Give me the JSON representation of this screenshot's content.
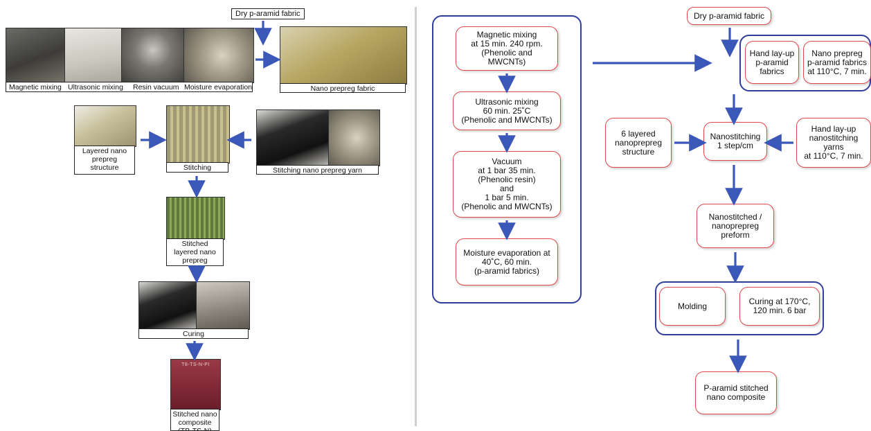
{
  "left": {
    "top_label": "Dry p-aramid fabric",
    "row1_captions": [
      "Magnetic mixing",
      "Ultrasonic mixing",
      "Resin vacuum",
      "Moisture evaporation"
    ],
    "nano_prepreg_fabric": "Nano prepreg fabric",
    "layered": "Layered nano\nprepreg\nstructure",
    "stitching": "Stitching",
    "stitching_yarn": "Stitching nano prepreg yarn",
    "stitched_layered": "Stitched\nlayered nano\nprepreg",
    "curing": "Curing",
    "photo_marking": "T8-TS-N-PI",
    "composite": "Stitched nano\ncomposite\n(TB-TS-N)"
  },
  "right": {
    "magnetic": "Magnetic mixing\nat 15 min. 240 rpm.\n(Phenolic and\nMWCNTs)",
    "ultrasonic": "Ultrasonic mixing\n60 min. 25˚C\n(Phenolic and MWCNTs)",
    "vacuum": "Vacuum\nat 1 bar 35 min.\n(Phenolic resin)\nand\n1 bar 5 min.\n(Phenolic and MWCNTs)",
    "moisture": "Moisture evaporation at\n40˚C, 60 min.\n(p-aramid fabrics)",
    "dry_fabric": "Dry p-aramid fabric",
    "hand_layup": "Hand lay-up\np-aramid\nfabrics",
    "nano_prepreg": "Nano prepreg\np-aramid fabrics\nat 110°C, 7 min.",
    "six_layered": "6 layered\nnanoprepreg\nstructure",
    "nanostitching": "Nanostitching\n1 step/cm",
    "hand_layup_yarns": "Hand lay-up\nnanostitching yarns\nat 110°C, 7 min.",
    "preform": "Nanostitched /\nnanoprepreg\npreform",
    "molding": "Molding",
    "curing": "Curing at 170°C,\n120 min. 6 bar",
    "final": "P-aramid stitched\nnano composite"
  },
  "colors": {
    "arrow": "#3b57b8",
    "node_border": "#e0474a",
    "group_border": "#2f3e9e"
  }
}
